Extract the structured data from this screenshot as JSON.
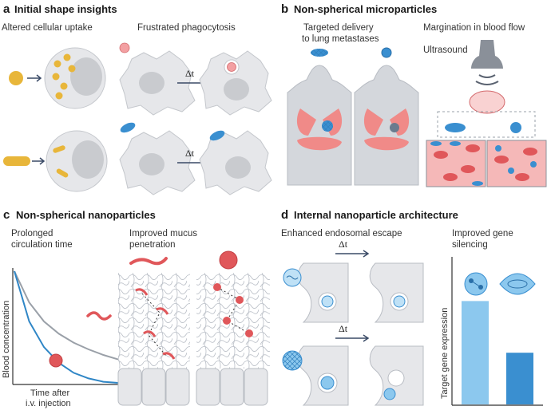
{
  "panels": {
    "a": {
      "letter": "a",
      "title": "Initial shape insights",
      "label_uptake": "Altered cellular uptake",
      "label_phago": "Frustrated phagocytosis",
      "dt": "Δt"
    },
    "b": {
      "letter": "b",
      "title": "Non-spherical microparticles",
      "label_delivery_1": "Targeted delivery",
      "label_delivery_2": "to lung metastases",
      "label_margination": "Margination in blood flow",
      "label_ultrasound": "Ultrasound"
    },
    "c": {
      "letter": "c",
      "title": "Non-spherical nanoparticles",
      "label_circ_1": "Prolonged",
      "label_circ_2": "circulation time",
      "label_mucus_1": "Improved mucus",
      "label_mucus_2": "penetration",
      "ylabel": "Blood concentration",
      "xlabel_1": "Time after",
      "xlabel_2": "i.v. injection"
    },
    "d": {
      "letter": "d",
      "title": "Internal nanoparticle architecture",
      "label_escape": "Enhanced endosomal escape",
      "label_gene_1": "Improved gene",
      "label_gene_2": "silencing",
      "ylabel": "Target gene expression",
      "dt": "Δt"
    }
  },
  "colors": {
    "cell": "#e6e7ea",
    "nucleus": "#c9cbcf",
    "yellow": "#e8b63a",
    "red": "#e0575a",
    "blue": "#3a8fd0",
    "lightblue": "#8cc8ee",
    "gray_curve": "#9aa0a8",
    "lung": "#f08a88",
    "mouse": "#d4d7dc"
  },
  "chart_data": [
    {
      "type": "line",
      "title": "",
      "xlabel": "Time after i.v. injection",
      "ylabel": "Blood concentration",
      "series": [
        {
          "values": [
            1.0,
            0.72,
            0.55,
            0.44,
            0.36,
            0.3,
            0.25,
            0.21
          ],
          "color": "#9aa0a8"
        },
        {
          "values": [
            1.0,
            0.55,
            0.32,
            0.18,
            0.09,
            0.04,
            0.01,
            0.0
          ],
          "color": "#2f86c6"
        }
      ],
      "x": [
        0,
        1,
        2,
        3,
        4,
        5,
        6,
        7
      ],
      "ylim": [
        0,
        1
      ],
      "grid": false
    },
    {
      "type": "bar",
      "title": "",
      "ylabel": "Target gene expression",
      "values": [
        0.72,
        0.36
      ],
      "colors": [
        "#8cc8ee",
        "#3a8fd0"
      ],
      "ylim": [
        0,
        1
      ],
      "grid": false
    }
  ]
}
